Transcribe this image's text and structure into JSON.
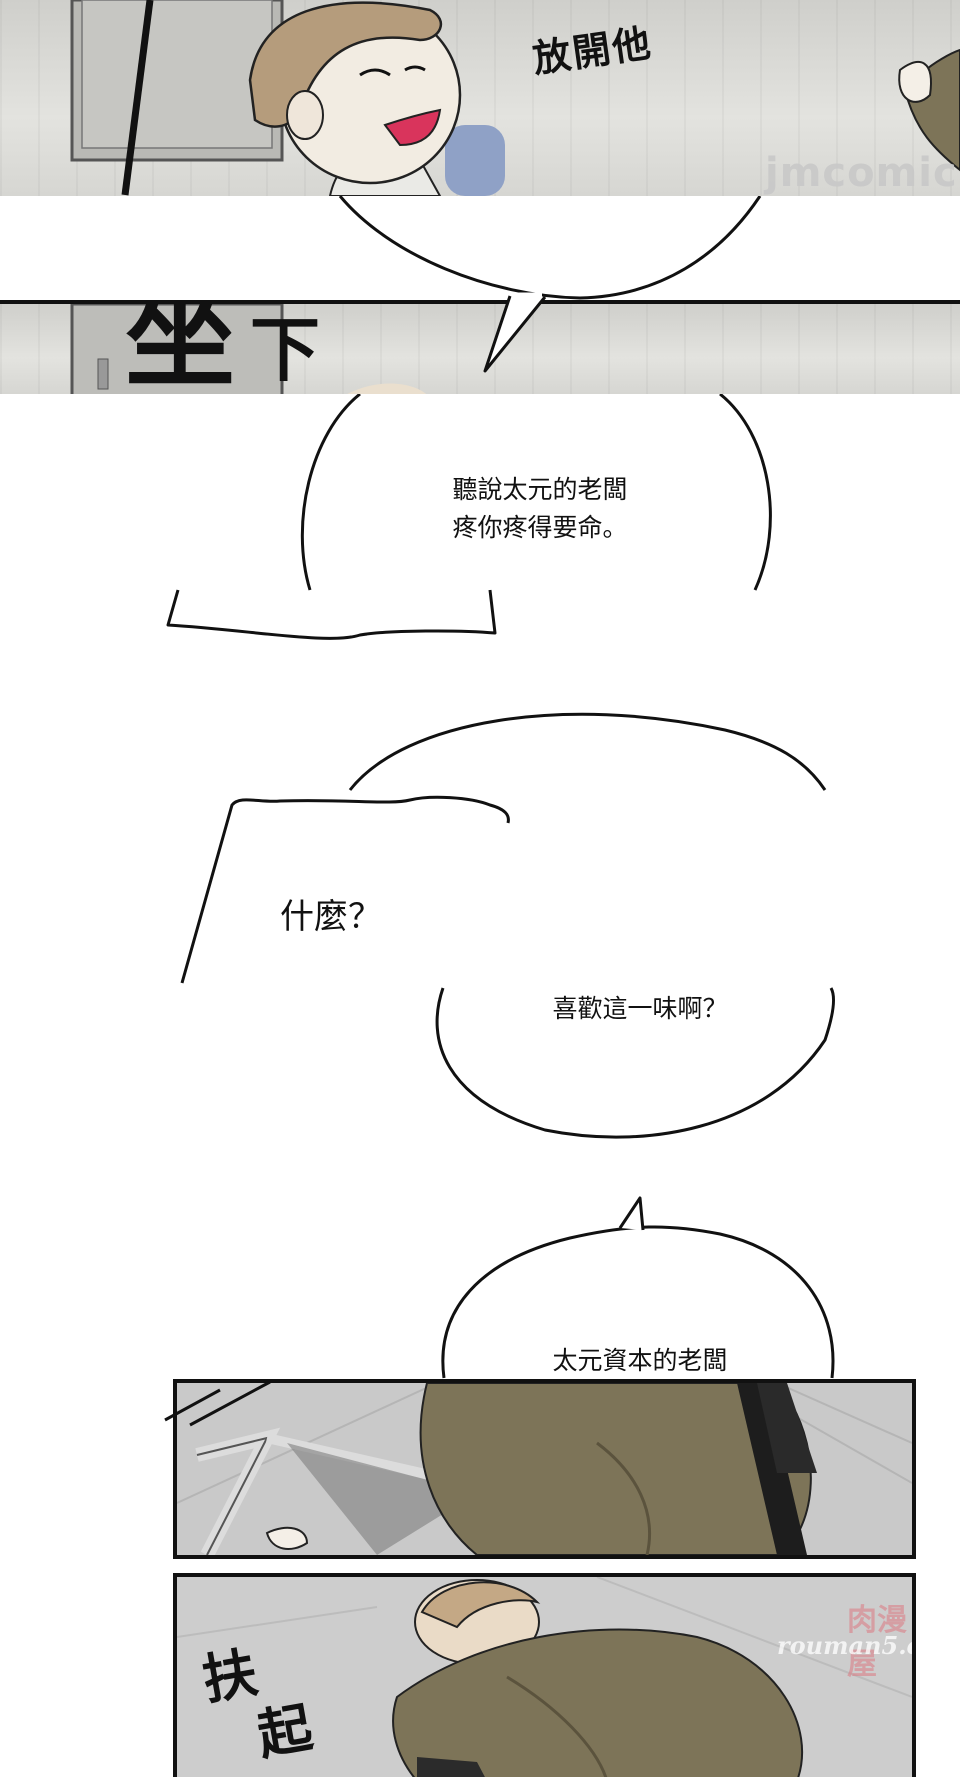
{
  "watermarks": {
    "top": "jmcomic",
    "bottom_cn": "肉漫屋",
    "bottom_en": "rouman5.com"
  },
  "panel1": {
    "sfx": "放開他"
  },
  "panel2": {
    "sfx": [
      "坐",
      "下"
    ]
  },
  "bubbles": [
    {
      "id": "bubble-1",
      "text": "聽說太元的老闆\n疼你疼得要命。"
    },
    {
      "id": "bubble-2",
      "text": "什麼？"
    },
    {
      "id": "bubble-3",
      "text": "喜歡這一味啊？"
    },
    {
      "id": "bubble-4",
      "text": "太元資本的老闆"
    }
  ],
  "panel4": {
    "sfx": [
      "扶",
      "起"
    ]
  },
  "colors": {
    "suit": "#7d7458",
    "wall": "#d8d8d4",
    "ink": "#111111"
  }
}
